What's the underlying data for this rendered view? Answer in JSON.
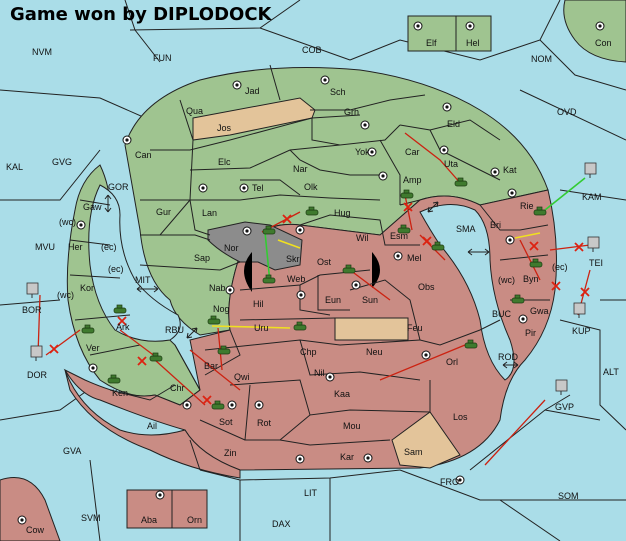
{
  "title": "Game won by DIPLODOCK",
  "colors": {
    "sea": "#aadde8",
    "green_power": "#9fc490",
    "red_power": "#c98c84",
    "neutral": "#e3c49a",
    "impassable": "#8c8c8c",
    "move_arrow": "#cc2211",
    "support_line": "#f0e020",
    "convoy_line": "#33cc33"
  },
  "sea_labels": {
    "nvm": "NVM",
    "fun": "FUN",
    "cob": "COB",
    "nom": "NOM",
    "con": "Con",
    "ovd": "OVD",
    "kal": "KAL",
    "gvg": "GVG",
    "gor": "GOR",
    "kam": "KAM",
    "mvu": "MVU",
    "mit": "MIT",
    "sma": "SMA",
    "bor": "BOR",
    "rbu": "RBU",
    "buc": "BUC",
    "rod": "ROD",
    "dor": "DOR",
    "alt": "ALT",
    "gvp": "GVP",
    "kup": "KUP",
    "tei": "TEI",
    "gva": "GVA",
    "lit": "LIT",
    "fro": "FRO",
    "som": "SOM",
    "svm": "SVM",
    "dax": "DAX",
    "cow": "Cow"
  },
  "island_labels": {
    "elf": "Elf",
    "hel": "Hel",
    "aba": "Aba",
    "orn": "Orn"
  },
  "land_labels": {
    "jad": "Jad",
    "sch": "Sch",
    "qua": "Qua",
    "jos": "Jos",
    "grh": "Grh",
    "eld": "Eld",
    "can": "Can",
    "elc": "Elc",
    "nar": "Nar",
    "yok": "Yok",
    "car": "Car",
    "uta": "Uta",
    "kat": "Kat",
    "tel": "Tel",
    "olk": "Olk",
    "amp": "Amp",
    "rie": "Rie",
    "gur": "Gur",
    "lan": "Lan",
    "hug": "Hug",
    "gaw": "Gaw",
    "wil": "Wil",
    "esm": "Esm",
    "bri": "Bri",
    "her": "Her",
    "nor": "Nor",
    "skr": "Skr",
    "mel": "Mel",
    "sap": "Sap",
    "ost": "Ost",
    "byn": "Byn",
    "kor": "Kor",
    "web": "Web",
    "nab": "Nab",
    "obs": "Obs",
    "eun": "Eun",
    "sun": "Sun",
    "hil": "Hil",
    "gwa": "Gwa",
    "nog": "Nog",
    "ark": "Ark",
    "uru": "Uru",
    "feu": "Feu",
    "pir": "Pir",
    "ver": "Ver",
    "chp": "Chp",
    "neu": "Neu",
    "bar": "Bar",
    "qwi": "Qwi",
    "nil": "Nil",
    "orl": "Orl",
    "ken": "Ken",
    "chr": "Chr",
    "kaa": "Kaa",
    "los": "Los",
    "sot": "Sot",
    "rot": "Rot",
    "mou": "Mou",
    "ail": "Ail",
    "zin": "Zin",
    "kar": "Kar",
    "sam": "Sam"
  },
  "coast_labels": {
    "wc1": "(wc)",
    "ec1": "(ec)",
    "ec2": "(ec)",
    "wc2": "(wc)",
    "wc3": "(wc)",
    "ec3": "(ec)"
  }
}
